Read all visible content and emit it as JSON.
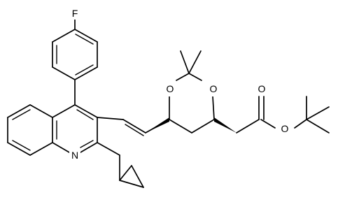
{
  "atoms": {
    "fluorine": "F",
    "nitrogen": "N",
    "ring_oxygen_left": "O",
    "ring_oxygen_right": "O",
    "carbonyl_oxygen": "O",
    "ester_oxygen": "O"
  },
  "colors": {
    "background": "#ffffff",
    "ink": "#000000"
  }
}
